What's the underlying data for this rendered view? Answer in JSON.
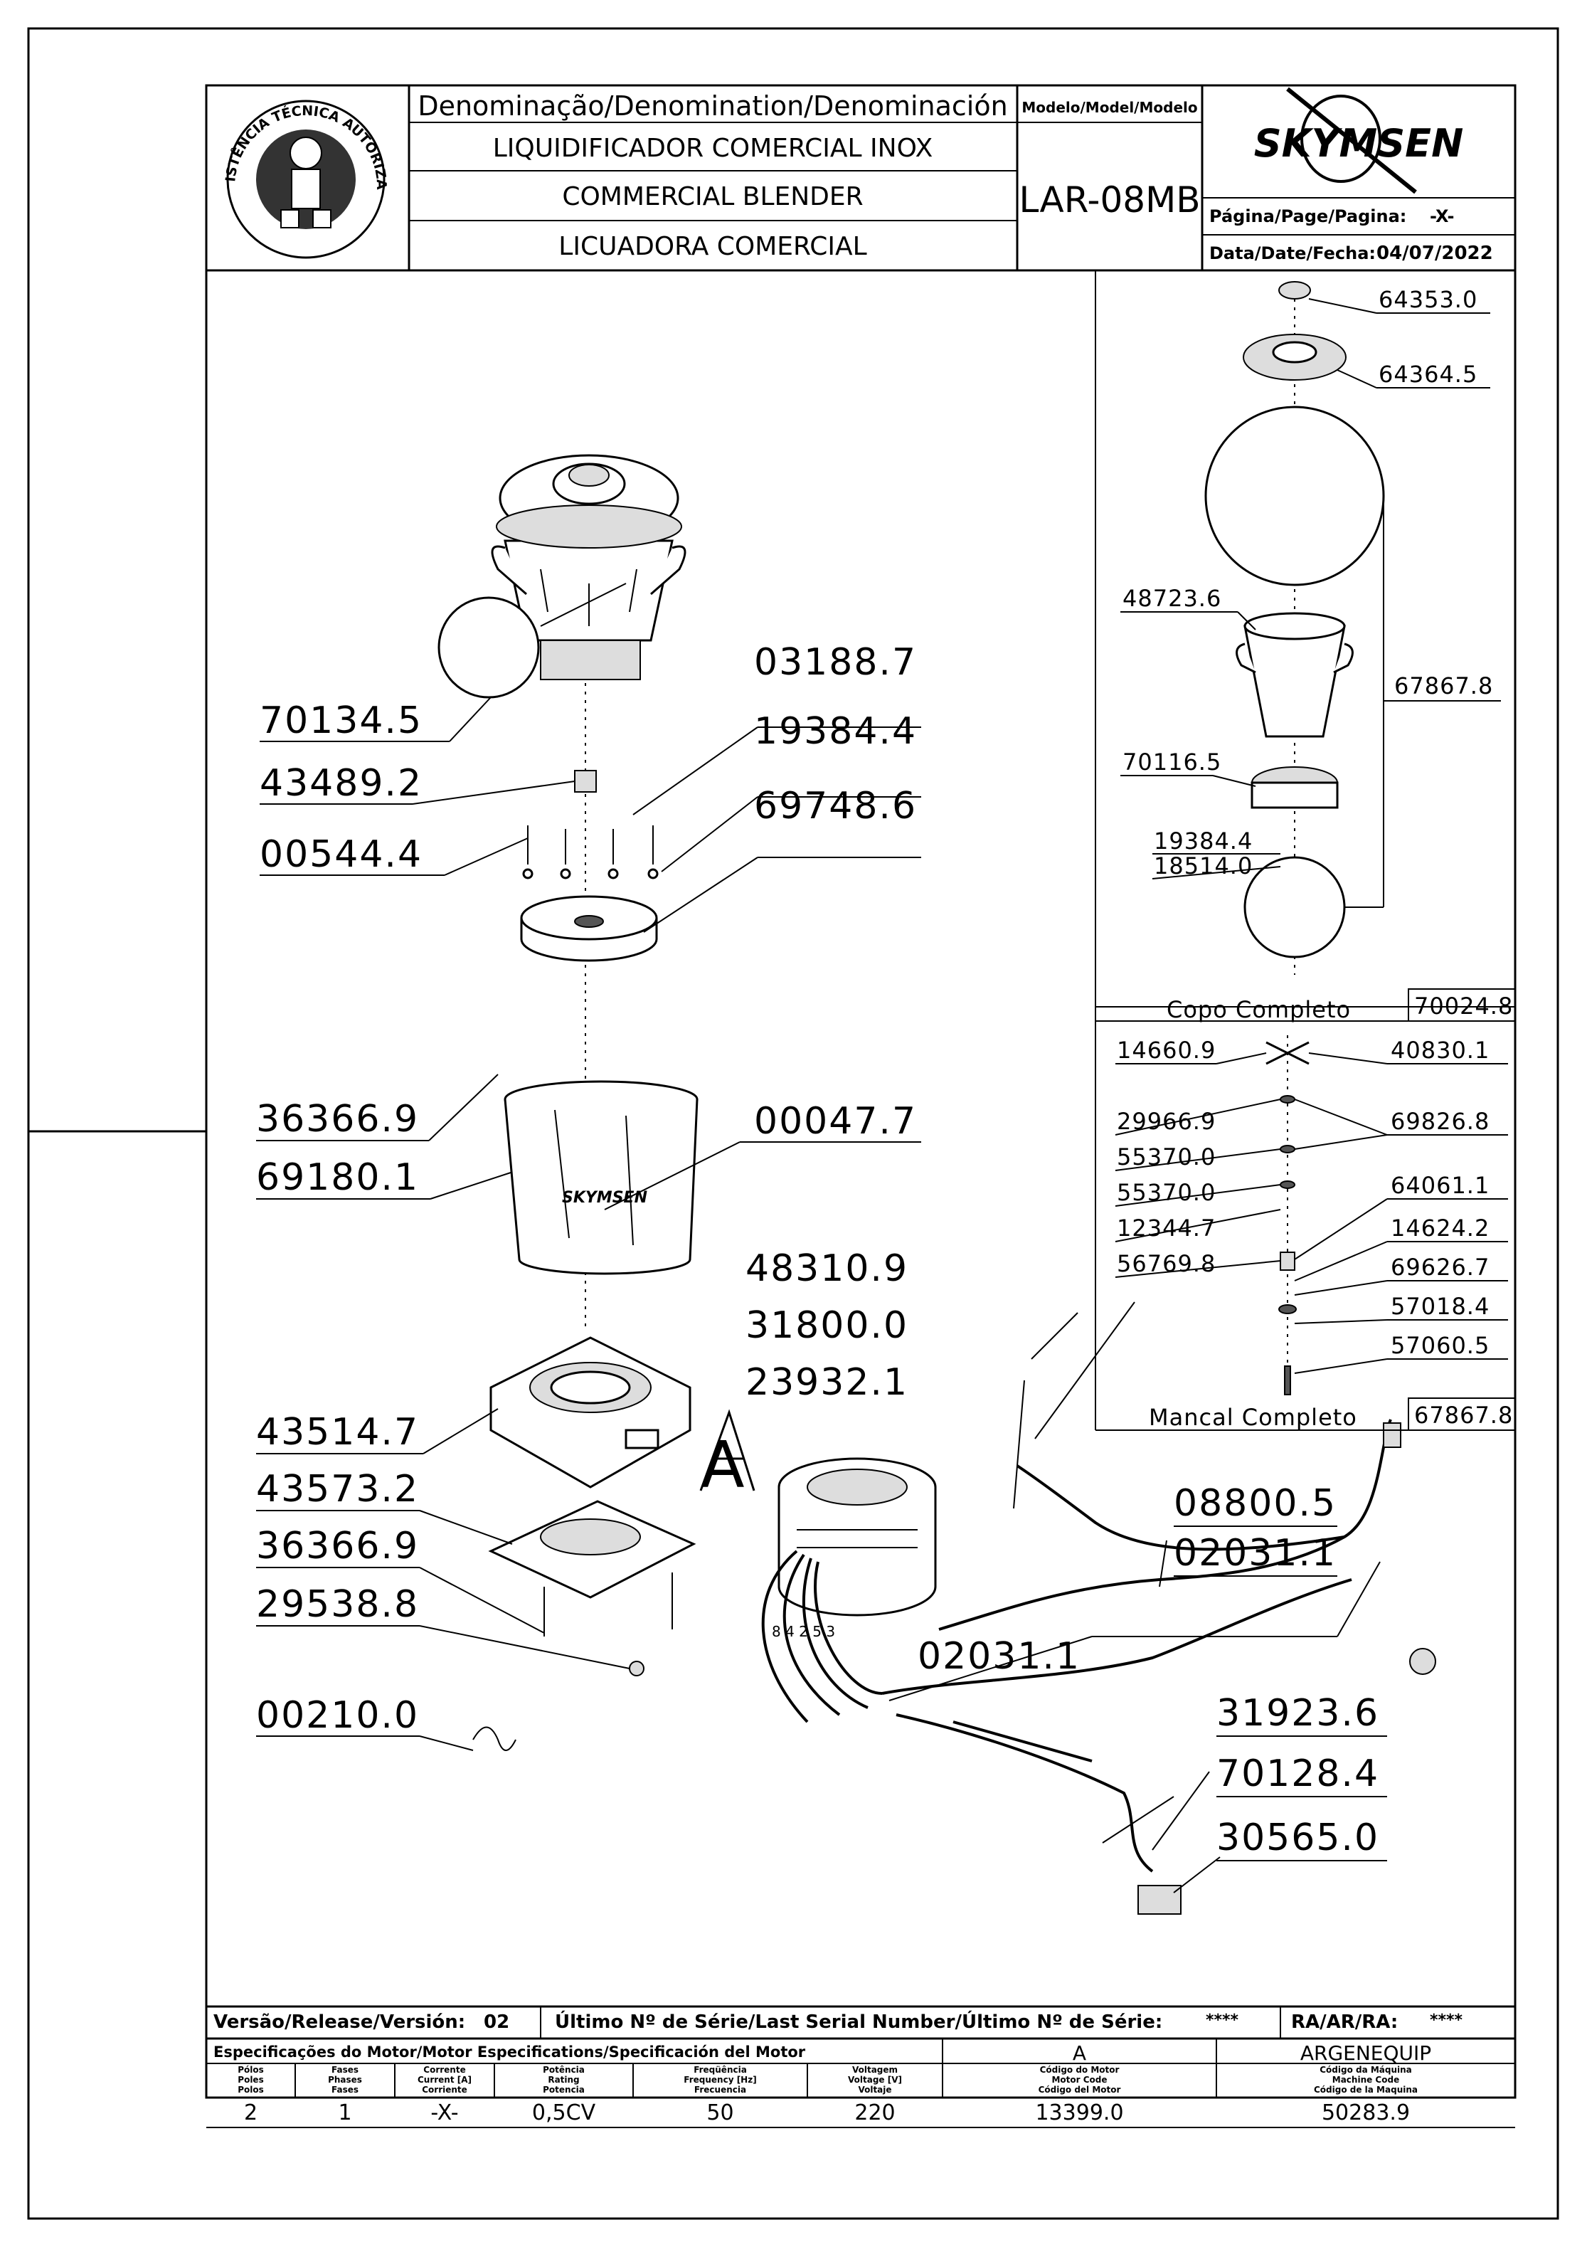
{
  "header": {
    "denomination_label": "Denominação/Denomination/Denominación",
    "name_pt": "LIQUIDIFICADOR COMERCIAL INOX",
    "name_en": "COMMERCIAL BLENDER",
    "name_es": "LICUADORA COMERCIAL",
    "model_label": "Modelo/Model/Modelo",
    "model_value": "LAR-08MB",
    "brand": "SKYMSEN",
    "page_label": "Página/Page/Pagina:",
    "page_value": "-X-",
    "date_label": "Data/Date/Fecha:",
    "date_value": "04/07/2022",
    "seal_text": "ASSISTÊNCIA TÉCNICA AUTORIZADA"
  },
  "main_parts": {
    "p70134": "70134.5",
    "p03188": "03188.7",
    "p19384a": "19384.4",
    "p43489": "43489.2",
    "p69748": "69748.6",
    "p00544": "00544.4",
    "p36366a": "36366.9",
    "p69180": "69180.1",
    "p00047": "00047.7",
    "p48310": "48310.9",
    "p31800": "31800.0",
    "p23932": "23932.1",
    "p43514": "43514.7",
    "p43573": "43573.2",
    "p36366b": "36366.9",
    "p29538": "29538.8",
    "p00210": "00210.0",
    "p08800": "08800.5",
    "p02031a": "02031.1",
    "p02031b": "02031.1",
    "p31923": "31923.6",
    "p70128": "70128.4",
    "p30565": "30565.0",
    "marker_a": "A",
    "motor_wire_numbers": "8 4 2 5 3",
    "housing_brand": "SKYMSEN"
  },
  "cup_panel": {
    "p64353": "64353.0",
    "p64364": "64364.5",
    "p48723": "48723.6",
    "p67867": "67867.8",
    "p70116": "70116.5",
    "p19384": "19384.4",
    "p18514": "18514.0",
    "title": "Copo Completo",
    "code": "70024.8"
  },
  "bearing_panel": {
    "p14660": "14660.9",
    "p40830": "40830.1",
    "p29966": "29966.9",
    "p69826": "69826.8",
    "p55370a": "55370.0",
    "p55370b": "55370.0",
    "p64061": "64061.1",
    "p12344": "12344.7",
    "p14624": "14624.2",
    "p56769": "56769.8",
    "p69626": "69626.7",
    "p57018": "57018.4",
    "p57060": "57060.5",
    "title": "Mancal Completo",
    "code": "67867.8"
  },
  "footer": {
    "version_label": "Versão/Release/Versión:",
    "version_value": "02",
    "serial_label": "Último Nº de Série/Last Serial Number/Último Nº de Série:",
    "serial_value": "****",
    "ra_label": "RA/AR/RA:",
    "ra_value": "****",
    "motor_spec_label": "Especificações do Motor/Motor Especifications/Specificación del Motor",
    "motor_version": "A",
    "manufacturer": "ARGENEQUIP",
    "col_poles": "Pólos\nPoles\nPolos",
    "col_phases": "Fases\nPhases\nFases",
    "col_current": "Corrente\nCurrent [A]\nCorriente",
    "col_power": "Potência\nRating\nPotencia",
    "col_frequency": "Freqüência\nFrequency [Hz]\nFrecuencia",
    "col_voltage": "Voltagem\nVoltage [V]\nVoltaje",
    "col_motor_code": "Código do Motor\nMotor Code\nCódigo del Motor",
    "col_machine_code": "Código da Máquina\nMachine Code\nCódigo de la Maquina",
    "val_poles": "2",
    "val_phases": "1",
    "val_current": "-X-",
    "val_power": "0,5CV",
    "val_frequency": "50",
    "val_voltage": "220",
    "val_motor_code": "13399.0",
    "val_machine_code": "50283.9"
  }
}
